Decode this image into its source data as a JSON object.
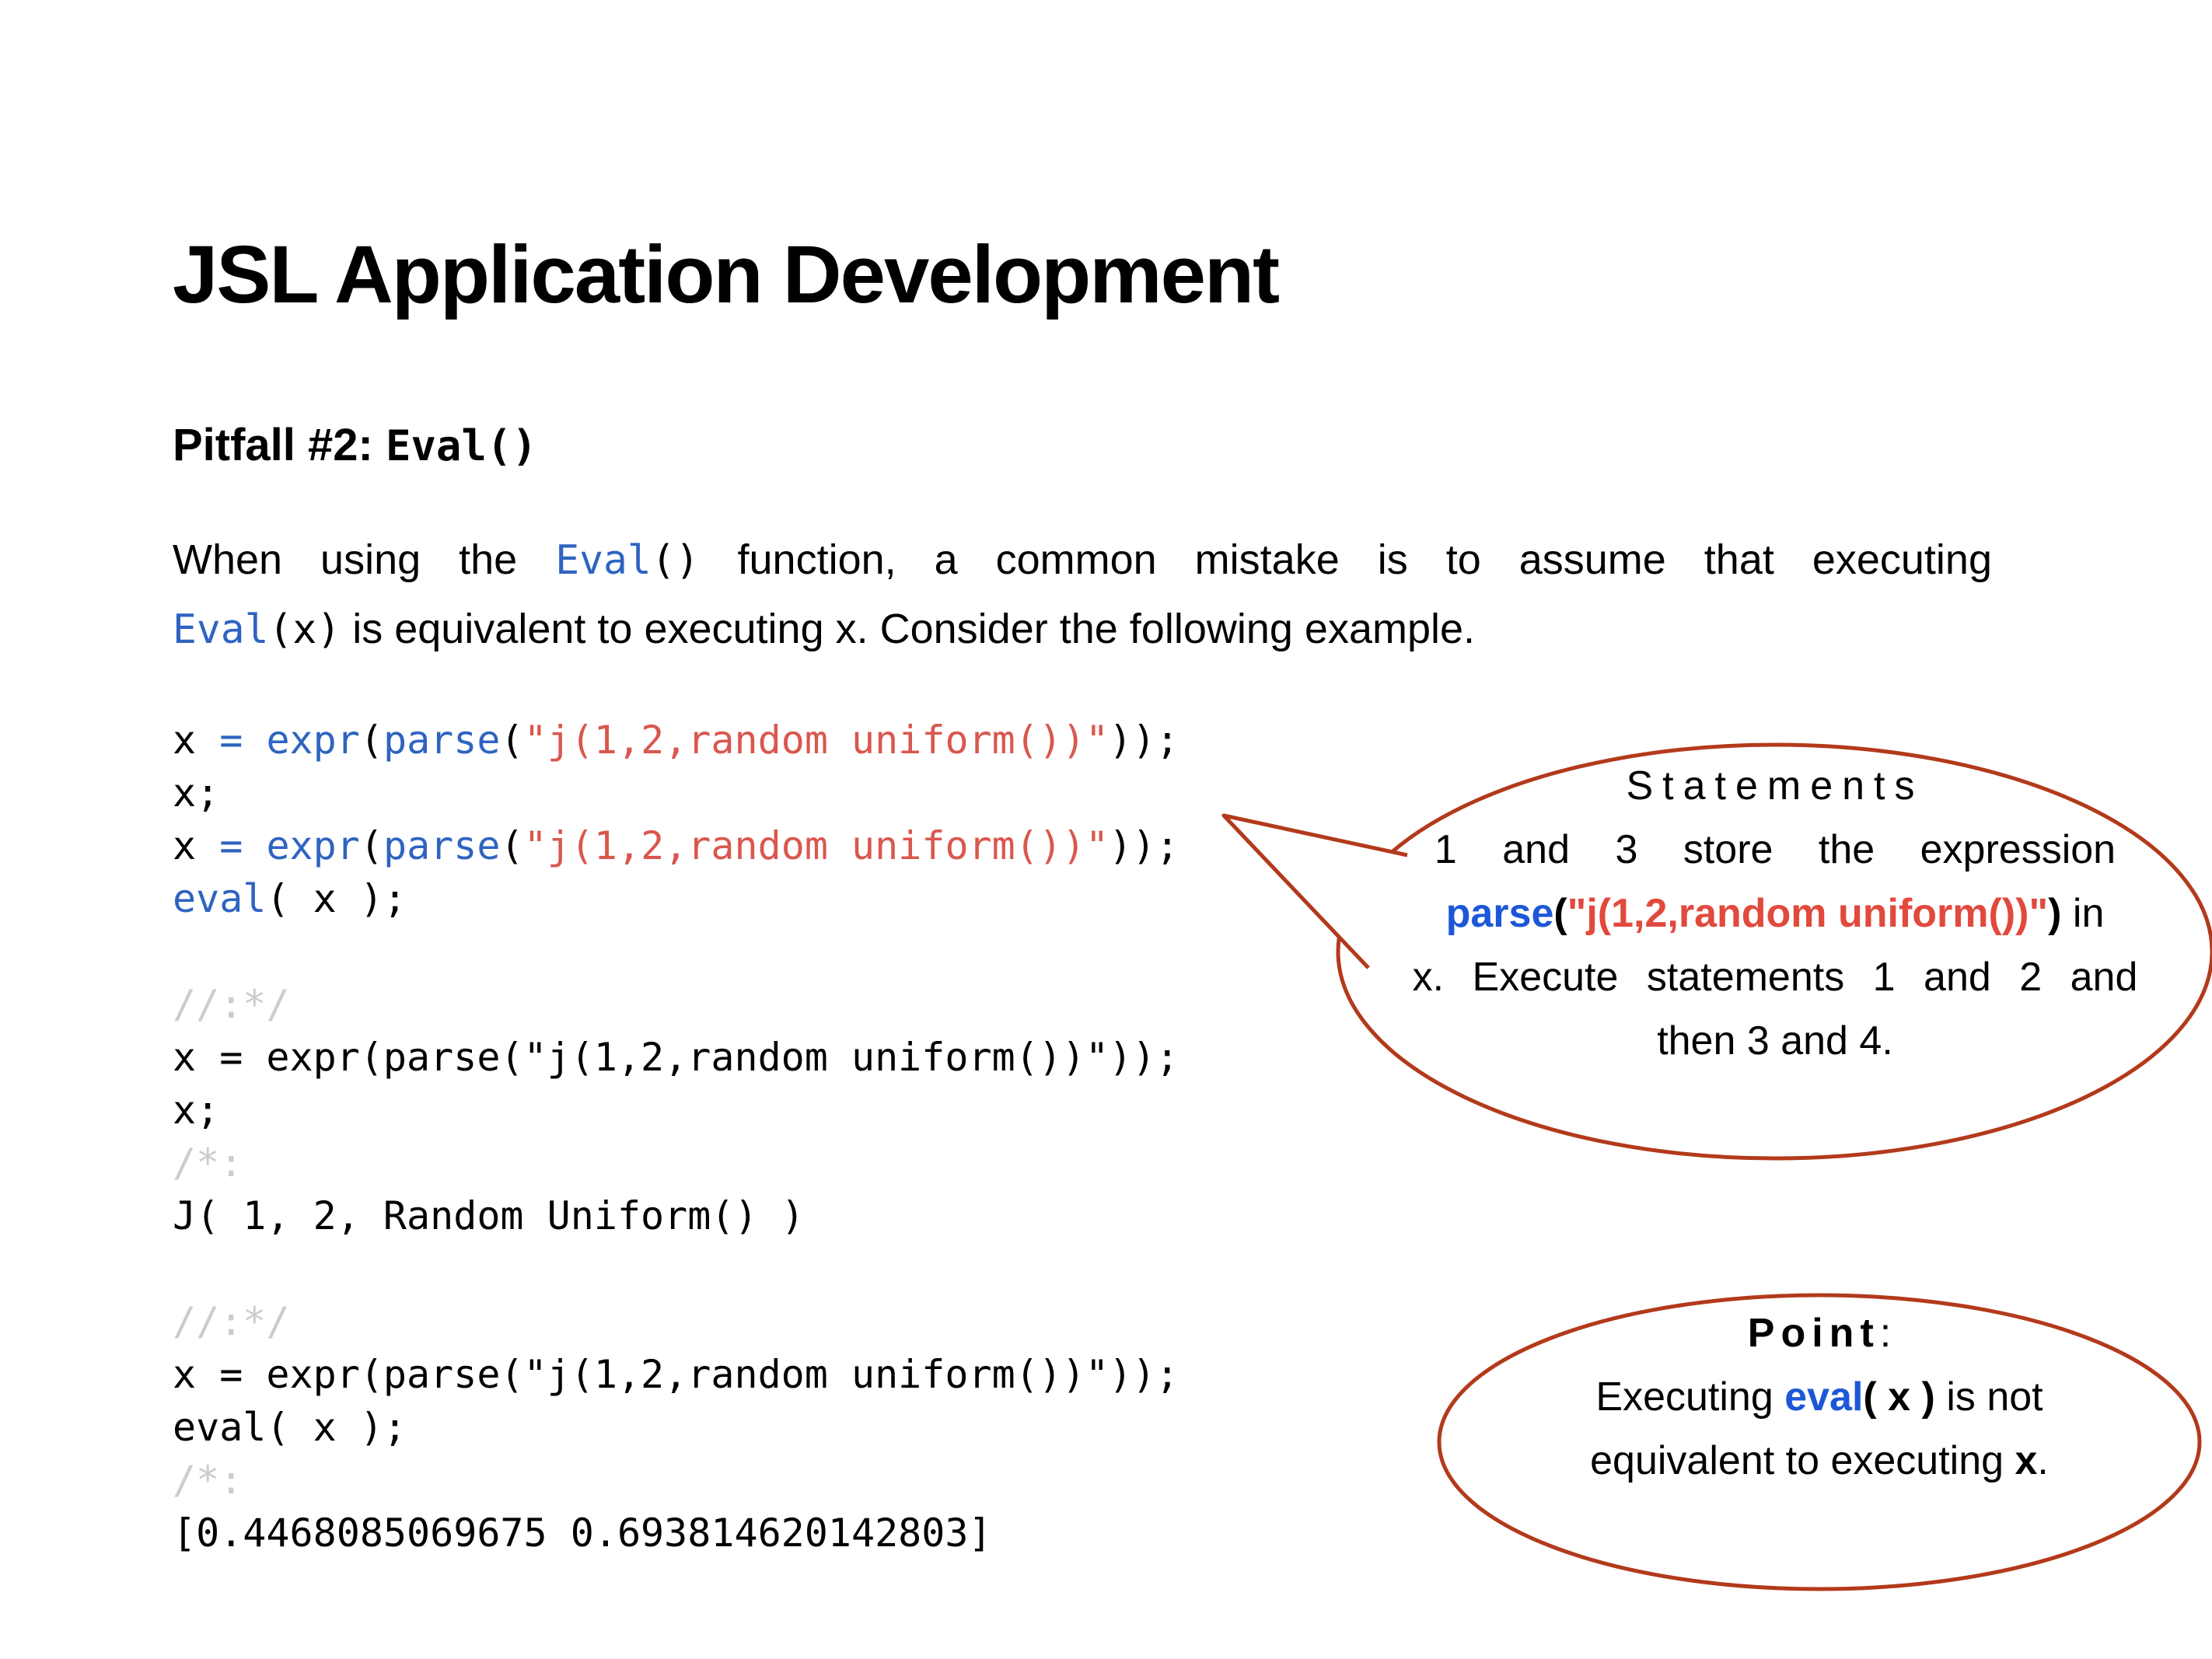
{
  "title": "JSL Application Development",
  "subtitle": {
    "lines": [
      {
        "cls": "",
        "segs": [
          {
            "t": "Pitfall #2: ",
            "c": "bold-sans"
          },
          {
            "t": "Eval()",
            "c": "bold-mono"
          }
        ]
      }
    ]
  },
  "intro": {
    "lines": [
      {
        "cls": "justify-last",
        "segs": [
          {
            "t": "When using the ",
            "c": ""
          },
          {
            "t": "Eval",
            "c": "mono-kw"
          },
          {
            "t": "()",
            "c": "mono"
          },
          {
            "t": " function, a common mistake is to assume that executing",
            "c": ""
          }
        ]
      },
      {
        "cls": "",
        "segs": [
          {
            "t": "Eval",
            "c": "mono-kw"
          },
          {
            "t": "(x)",
            "c": "mono"
          },
          {
            "t": " is equivalent to executing x. Consider the following example.",
            "c": ""
          }
        ]
      }
    ]
  },
  "code": {
    "lines": [
      {
        "cls": "",
        "segs": [
          {
            "t": "x ",
            "c": ""
          },
          {
            "t": "= ",
            "c": "kw"
          },
          {
            "t": "expr",
            "c": "kw"
          },
          {
            "t": "(",
            "c": ""
          },
          {
            "t": "parse",
            "c": "kw"
          },
          {
            "t": "(",
            "c": ""
          },
          {
            "t": "\"j(1,2,random uniform())\"",
            "c": "str"
          },
          {
            "t": "));",
            "c": ""
          }
        ]
      },
      {
        "cls": "",
        "segs": [
          {
            "t": "x;",
            "c": ""
          }
        ]
      },
      {
        "cls": "",
        "segs": [
          {
            "t": "x ",
            "c": ""
          },
          {
            "t": "= ",
            "c": "kw"
          },
          {
            "t": "expr",
            "c": "kw"
          },
          {
            "t": "(",
            "c": ""
          },
          {
            "t": "parse",
            "c": "kw"
          },
          {
            "t": "(",
            "c": ""
          },
          {
            "t": "\"j(1,2,random uniform())\"",
            "c": "str"
          },
          {
            "t": "));",
            "c": ""
          }
        ]
      },
      {
        "cls": "",
        "segs": [
          {
            "t": "eval",
            "c": "kw"
          },
          {
            "t": "( x );",
            "c": ""
          }
        ]
      },
      {
        "cls": "",
        "segs": []
      },
      {
        "cls": "",
        "segs": [
          {
            "t": "//:*/",
            "c": "cmt"
          }
        ]
      },
      {
        "cls": "",
        "segs": [
          {
            "t": "x = expr(parse(\"j(1,2,random uniform())\"));",
            "c": ""
          }
        ]
      },
      {
        "cls": "",
        "segs": [
          {
            "t": "x;",
            "c": ""
          }
        ]
      },
      {
        "cls": "",
        "segs": [
          {
            "t": "/*:",
            "c": "cmt"
          }
        ]
      },
      {
        "cls": "",
        "segs": [
          {
            "t": "J( 1, 2, Random Uniform() )",
            "c": ""
          }
        ]
      },
      {
        "cls": "",
        "segs": []
      },
      {
        "cls": "",
        "segs": [
          {
            "t": "//:*/",
            "c": "cmt"
          }
        ]
      },
      {
        "cls": "",
        "segs": [
          {
            "t": "x = expr(parse(\"j(1,2,random uniform())\"));",
            "c": ""
          }
        ]
      },
      {
        "cls": "",
        "segs": [
          {
            "t": "eval( x );",
            "c": ""
          }
        ]
      },
      {
        "cls": "",
        "segs": [
          {
            "t": "/*:",
            "c": "cmt"
          }
        ]
      },
      {
        "cls": "",
        "segs": [
          {
            "t": "[0.4468085069675 0.693814620142803]",
            "c": ""
          }
        ]
      }
    ]
  },
  "bubble1": {
    "lines": [
      {
        "cls": "spread",
        "segs": [
          {
            "t": "Statements",
            "c": ""
          }
        ]
      },
      {
        "cls": "wide-lg",
        "segs": [
          {
            "t": "1 and 3 store the expression",
            "c": ""
          }
        ]
      },
      {
        "cls": "",
        "segs": [
          {
            "t": "parse",
            "c": "bold-kw"
          },
          {
            "t": "(",
            "c": "bold"
          },
          {
            "t": "\"j(1,2,random uniform())\"",
            "c": "bold-str"
          },
          {
            "t": ")",
            "c": "bold"
          },
          {
            "t": " in",
            "c": ""
          }
        ]
      },
      {
        "cls": "wide-md",
        "segs": [
          {
            "t": "x. Execute statements 1 and 2 and",
            "c": ""
          }
        ]
      },
      {
        "cls": "",
        "segs": [
          {
            "t": "then 3 and 4.",
            "c": ""
          }
        ]
      }
    ]
  },
  "bubble2": {
    "lines": [
      {
        "cls": "",
        "segs": [
          {
            "t": "Point",
            "c": "bold spread"
          },
          {
            "t": ":",
            "c": ""
          }
        ]
      },
      {
        "cls": "",
        "segs": [
          {
            "t": "Executing ",
            "c": ""
          },
          {
            "t": "eval",
            "c": "bold-kw"
          },
          {
            "t": "( x )",
            "c": "bold"
          },
          {
            "t": " is not",
            "c": ""
          }
        ]
      },
      {
        "cls": "",
        "segs": [
          {
            "t": "equivalent to executing ",
            "c": ""
          },
          {
            "t": "x",
            "c": "bold"
          },
          {
            "t": ".",
            "c": ""
          }
        ]
      }
    ]
  },
  "colors": {
    "code_blue": "#2e64c1",
    "string_red": "#d9574f",
    "comment_gray": "#c9ccd1",
    "accent_blue": "#1d57d8",
    "accent_red": "#e2493d",
    "ellipse_stroke": "#b23a1b",
    "text_black": "#000000",
    "background": "#ffffff"
  }
}
